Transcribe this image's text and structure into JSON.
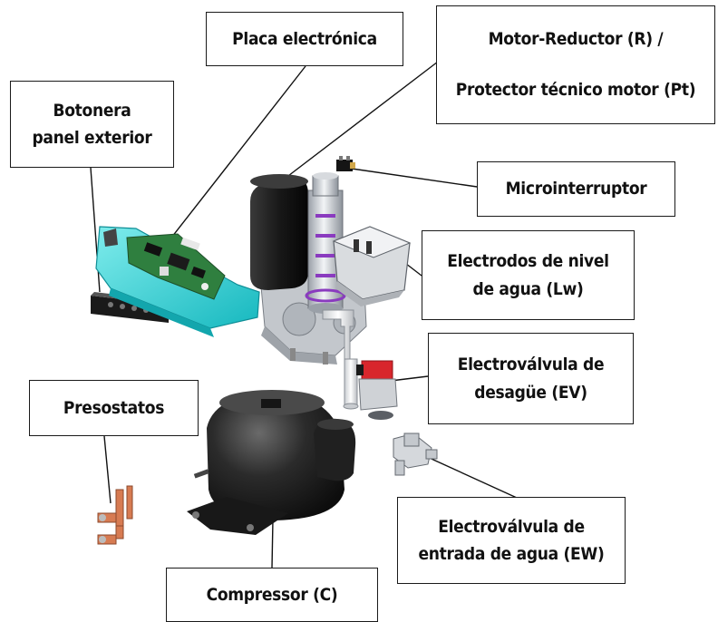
{
  "labels": {
    "placa": [
      "Placa electrónica"
    ],
    "motor": [
      "Motor-Reductor (R) /",
      "Protector técnico motor (Pt)"
    ],
    "botonera": [
      "Botonera",
      "panel exterior"
    ],
    "micro": [
      "Microinterruptor"
    ],
    "electrodos": [
      "Electrodos de nivel",
      "de agua (Lw)"
    ],
    "ev_desague": [
      "Electroválvula de",
      "desagüe (EV)"
    ],
    "presostatos": [
      "Presostatos"
    ],
    "ev_entrada": [
      "Electroválvula de",
      "entrada de agua (EW)"
    ],
    "compressor": [
      "Compressor (C)"
    ]
  },
  "icons": [
    "keypad-panel-icon",
    "electronic-board-icon",
    "gearmotor-icon",
    "auger-cylinder-icon",
    "microswitch-icon",
    "water-level-tank-icon",
    "drain-valve-icon",
    "inlet-valve-icon",
    "compressor-icon",
    "pressure-switch-icon"
  ],
  "colors": {
    "panel_cyan": "#2ed3d3",
    "pcb_green": "#3c8f3c",
    "motor_black": "#1c1c1c",
    "compressor_black": "#262626",
    "valve_red": "#d8262c",
    "copper": "#d77b52",
    "gear_grey": "#b8bcc2",
    "accent_purple": "#8a3bbf"
  }
}
